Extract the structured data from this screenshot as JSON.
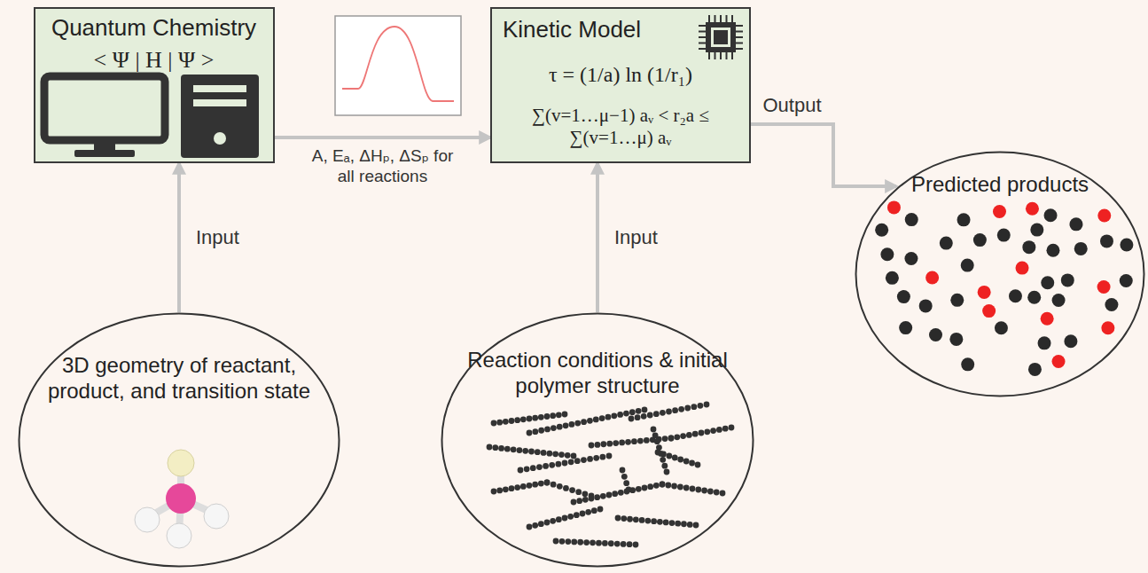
{
  "diagram": {
    "nodes": [
      {
        "text": [
          "Quantum Chemistry",
          "< Ψ | H | Ψ >"
        ]
      },
      {
        "text": [
          "Kinetic Model",
          "τ = (1/a) ln (1/r₁)",
          "∑(v=1…μ−1) aᵥ < r₂a ≤ ∑(v=1…μ) aᵥ"
        ]
      },
      {
        "text": [
          "Predicted products"
        ]
      },
      {
        "text": [
          "3D geometry of reactant, product, and transition state"
        ]
      },
      {
        "text": [
          "Reaction conditions & initial polymer structure"
        ]
      }
    ],
    "edges": [
      {
        "from": 0,
        "to": 1,
        "arrow": "to",
        "label": "A, Eₐ, ΔHₚ, ΔSₚ for all reactions"
      },
      {
        "from": 1,
        "to": 2,
        "arrow": "to",
        "label": "Output"
      },
      {
        "from": 3,
        "to": 0,
        "arrow": "to",
        "label": "Input"
      },
      {
        "from": 4,
        "to": 1,
        "arrow": "to",
        "label": "Input"
      }
    ]
  }
}
